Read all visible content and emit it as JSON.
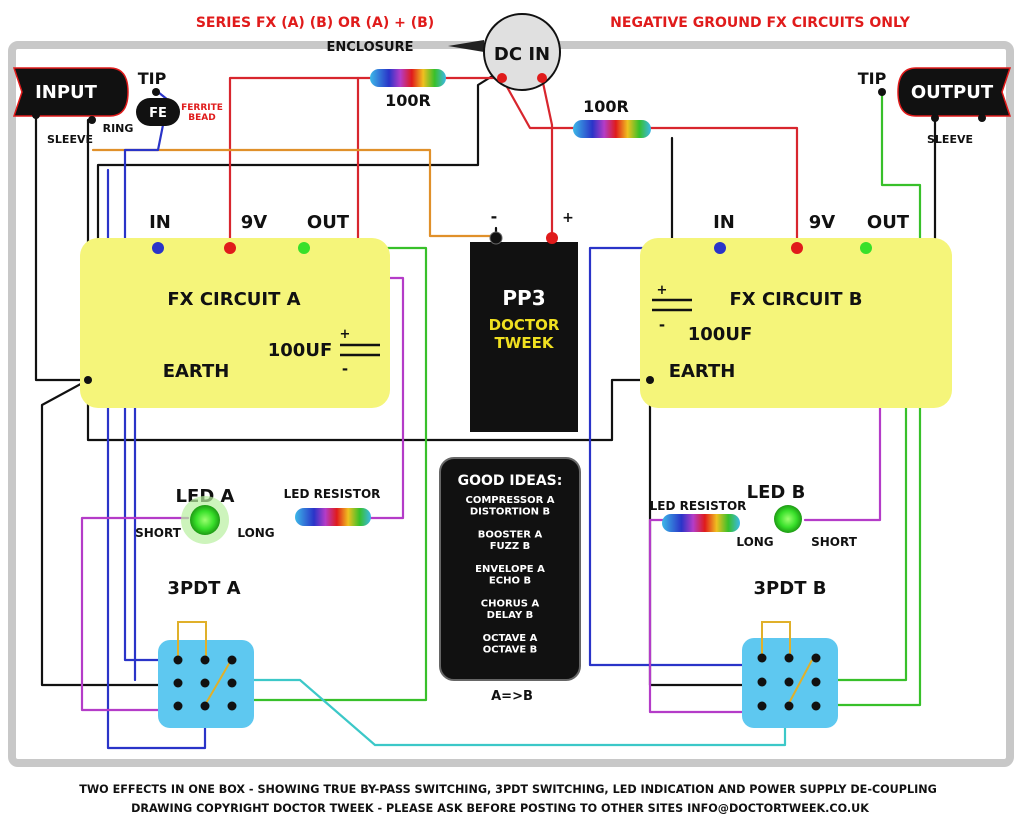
{
  "headline": {
    "left": "SERIES FX (A) (B) OR (A) + (B)",
    "right": "NEGATIVE GROUND FX CIRCUITS ONLY"
  },
  "enclosure_label": "ENCLOSURE",
  "dc_in": "DC IN",
  "input_jack": {
    "label": "INPUT",
    "tip": "TIP",
    "sleeve": "SLEEVE",
    "ring": "RING"
  },
  "output_jack": {
    "label": "OUTPUT",
    "tip": "TIP",
    "sleeve": "SLEEVE"
  },
  "ferrite": {
    "symbol": "FE",
    "line1": "FERRITE",
    "line2": "BEAD"
  },
  "resistor_left": "100R",
  "resistor_right": "100R",
  "battery": {
    "neg": "-",
    "pos": "+",
    "name": "PP3",
    "brand1": "DOCTOR",
    "brand2": "TWEEK"
  },
  "circuit_a": {
    "title": "FX CIRCUIT A",
    "in": "IN",
    "v9": "9V",
    "out": "OUT",
    "earth": "EARTH",
    "cap": "100UF",
    "cap_pos": "+",
    "cap_neg": "-"
  },
  "circuit_b": {
    "title": "FX CIRCUIT B",
    "in": "IN",
    "v9": "9V",
    "out": "OUT",
    "earth": "EARTH",
    "cap": "100UF",
    "cap_pos": "+",
    "cap_neg": "-"
  },
  "led_a": {
    "label": "LED A",
    "short": "SHORT",
    "long": "LONG",
    "resistor": "LED RESISTOR"
  },
  "led_b": {
    "label": "LED B",
    "short": "SHORT",
    "long": "LONG",
    "resistor": "LED RESISTOR"
  },
  "switch_a": "3PDT A",
  "switch_b": "3PDT B",
  "ideas": {
    "title": "GOOD IDEAS:",
    "items": [
      [
        "COMPRESSOR A",
        "DISTORTION B"
      ],
      [
        "BOOSTER A",
        "FUZZ B"
      ],
      [
        "ENVELOPE A",
        "ECHO B"
      ],
      [
        "CHORUS A",
        "DELAY B"
      ],
      [
        "OCTAVE A",
        "OCTAVE B"
      ]
    ],
    "footer": "A=>B"
  },
  "footer": {
    "line1": "TWO EFFECTS IN ONE BOX - SHOWING TRUE BY-PASS SWITCHING, 3PDT SWITCHING, LED INDICATION AND POWER SUPPLY DE-COUPLING",
    "line2": "DRAWING COPYRIGHT  DOCTOR TWEEK - PLEASE ASK BEFORE POSTING TO OTHER SITES INFO@DOCTORTWEEK.CO.UK"
  },
  "colors": {
    "headline": "#e01b1b",
    "fx_board": "#f5f57a",
    "switch_body": "#5ec8f0",
    "led_green": "#38e02a",
    "wire_black": "#111111",
    "wire_red": "#d8262e",
    "wire_blue": "#2a34c8",
    "wire_green": "#38c02a",
    "wire_purple": "#b43cc8",
    "wire_cyan": "#3cc8c8",
    "wire_orange": "#e0902a"
  }
}
